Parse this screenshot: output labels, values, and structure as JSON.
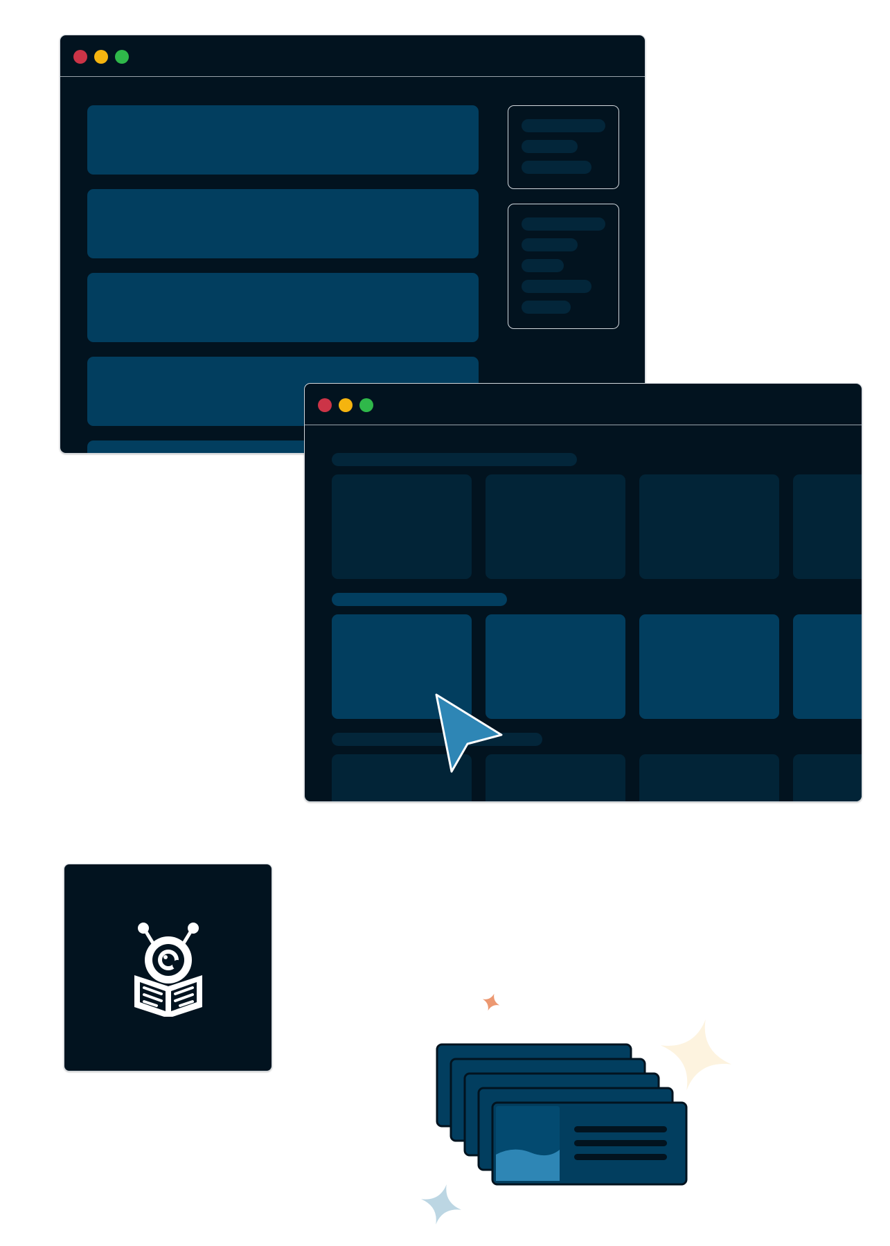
{
  "colors": {
    "window_bg": "#02131f",
    "window_border": "#d4d9de",
    "divider": "#9aa3ab",
    "dot_red": "#cc3447",
    "dot_yellow": "#f5b40f",
    "dot_green": "#2fb84a",
    "block_primary": "#023e5f",
    "block_muted": "#022437",
    "pill_muted": "#03263a",
    "pill_primary": "#023e5f",
    "accent_blue": "#2e86b5",
    "sparkle_orange": "#ec9871",
    "sparkle_cream": "#fdf3df",
    "sparkle_light_blue": "#bcd6e3"
  },
  "icons": {
    "window_close": "red-dot-icon",
    "window_minimize": "yellow-dot-icon",
    "window_maximize": "green-dot-icon",
    "tile_icon": "robot-reading-newspaper-icon",
    "pointer": "cursor-arrow-icon",
    "stack": "stacked-cards-icon"
  },
  "window_a": {
    "list_block_count": 5,
    "side_panels": [
      {
        "lines": 3
      },
      {
        "lines": 5
      }
    ]
  },
  "window_b": {
    "rows": [
      {
        "state": "muted",
        "columns": 4
      },
      {
        "state": "highlighted",
        "columns": 4
      },
      {
        "state": "muted",
        "columns": 4
      }
    ]
  }
}
